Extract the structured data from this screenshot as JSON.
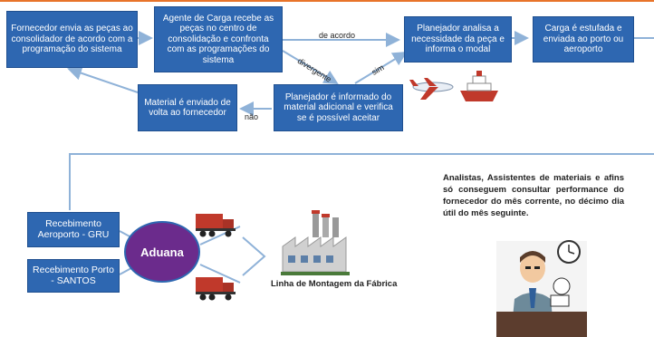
{
  "flow": {
    "box1": "Fornecedor envia as peças ao consolidador de acordo com a programação do sistema",
    "box2": "Agente de Carga recebe as peças no centro de consolidação e confronta com as programações do sistema",
    "box3": "Planejador analisa a necessidade da peça e informa o modal",
    "box4": "Carga é estufada e enviada ao porto ou aeroporto",
    "box5": "Planejador é informado do material adicional e verifica se é possível aceitar",
    "box6": "Material é enviado de volta ao fornecedor",
    "label_de_acordo": "de acordo",
    "label_divergente": "divergente",
    "label_sim": "sim",
    "label_nao": "não"
  },
  "lower": {
    "recebimento_aeroporto": "Recebimento Aeroporto - GRU",
    "recebimento_porto": "Recebimento Porto - SANTOS",
    "aduana": "Aduana",
    "factory_label": "Linha de Montagem da Fábrica",
    "note": "Analistas, Assistentes de materiais e afins só conseguem consultar performance do fornecedor do mês corrente, no décimo dia útil do mês seguinte."
  },
  "colors": {
    "box": "#2e67b1",
    "aduana": "#6b2b8c",
    "accent": "#e8742a"
  }
}
